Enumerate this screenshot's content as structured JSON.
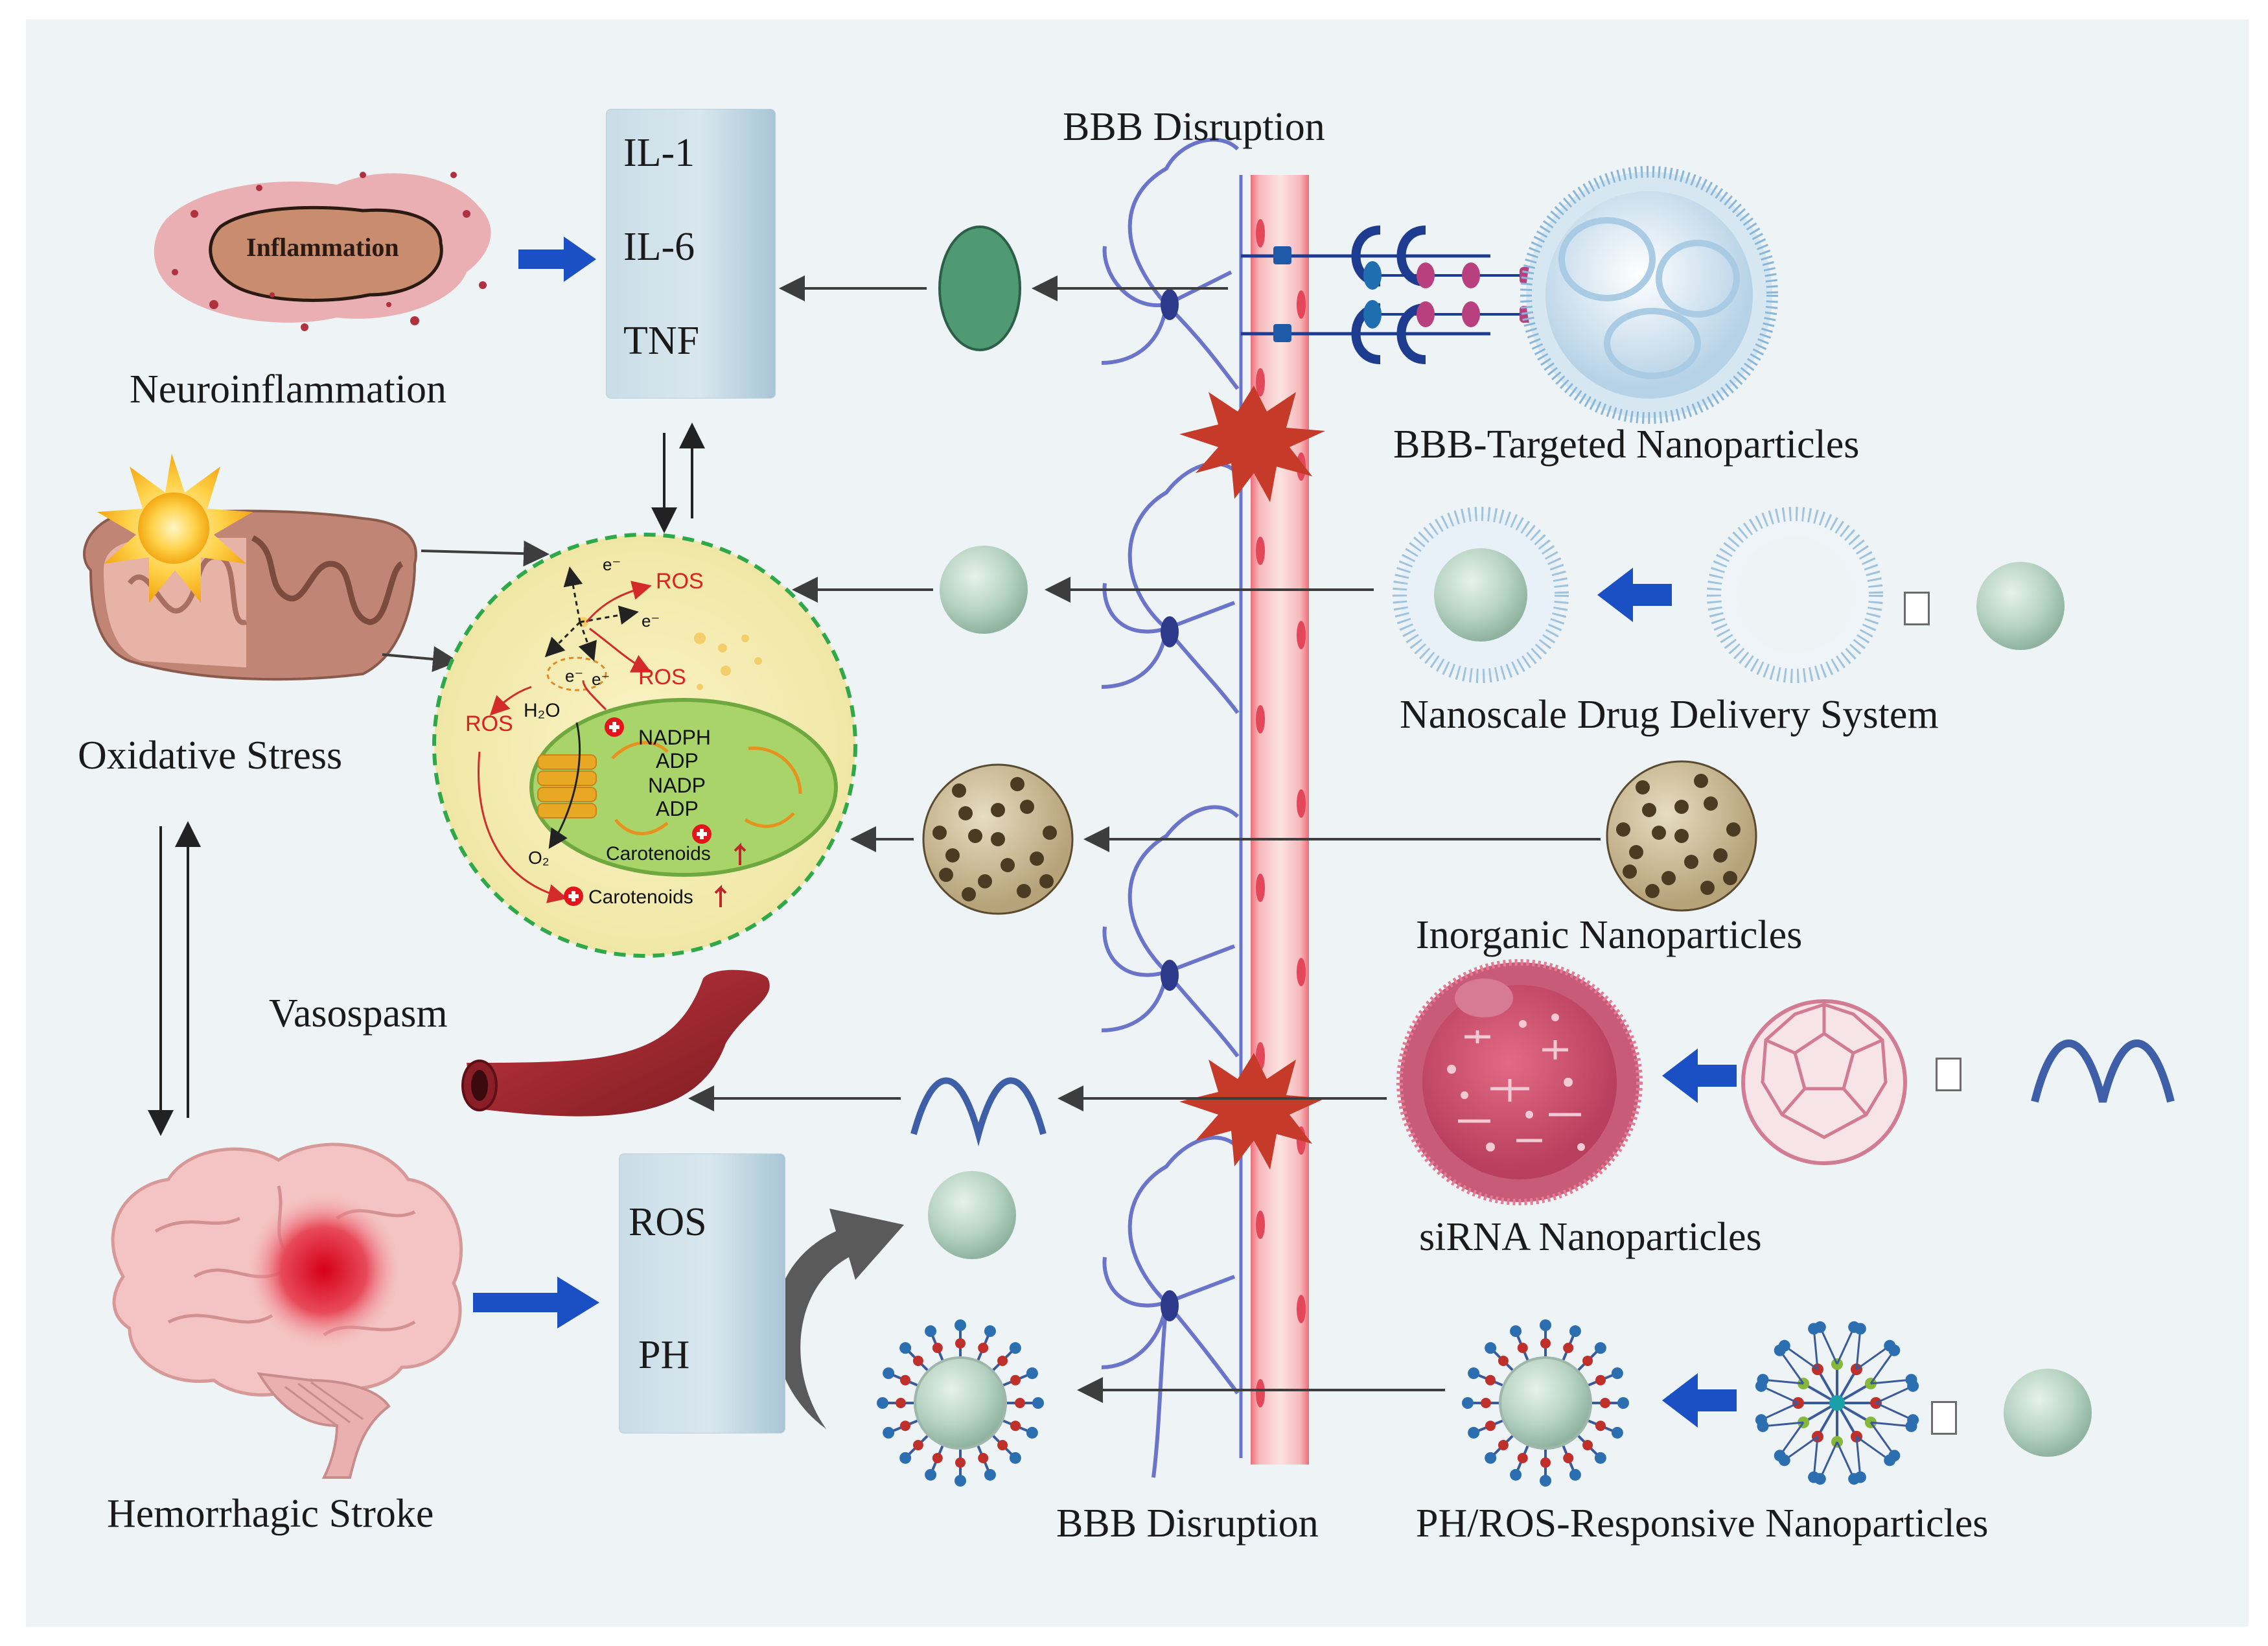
{
  "labels": {
    "neuroinflammation": "Neuroinflammation",
    "inflammation_tag": "Inflammation",
    "oxidative_stress": "Oxidative Stress",
    "vasospasm": "Vasospasm",
    "hemorrhagic_stroke": "Hemorrhagic Stroke",
    "bbb_disruption_top": "BBB Disruption",
    "bbb_disruption_bottom": "BBB Disruption",
    "bbb_targeted": "BBB-Targeted Nanoparticles",
    "nanoscale_dds": "Nanoscale Drug Delivery System",
    "inorganic": "Inorganic Nanoparticles",
    "sirna": "siRNA Nanoparticles",
    "ph_ros": "PH/ROS-Responsive Nanoparticles"
  },
  "cytokines": [
    "IL-1",
    "IL-6",
    "TNF"
  ],
  "stroke_markers": [
    "ROS",
    "PH"
  ],
  "chloroplast": {
    "ros_1": "ROS",
    "ros_2": "ROS",
    "ros_3": "ROS",
    "h2o": "H₂O",
    "o2": "O₂",
    "electron": "e⁻",
    "metabolites": [
      "NADPH",
      "ADP",
      "NADP",
      "ADP"
    ],
    "carotenoids_inner": "Carotenoids",
    "carotenoids_outer": "Carotenoids"
  },
  "colors": {
    "background_panel": "#eef3f6",
    "blue_arrow": "#1b4fc4",
    "red_arrow": "#b8281e",
    "neuron": "#6a74c9",
    "vessel": "#f39aa0",
    "starburst": "#c63a2a",
    "dashed_circle": "#2fa84a",
    "nanoparticle": "#b9d7c6"
  }
}
